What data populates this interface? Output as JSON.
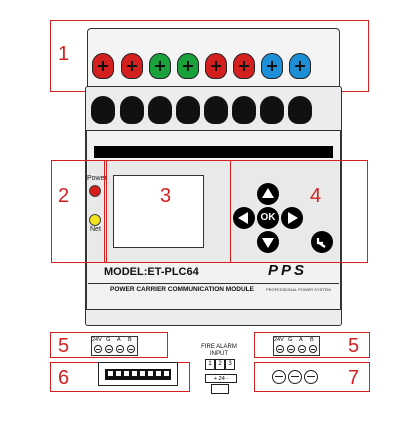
{
  "device": {
    "power_label": "Power",
    "net_label": "Net",
    "ok_label": "OK",
    "model": "MODEL:ET-PLC64",
    "brand": "PPS",
    "brand_sub": "PROFESSIONAL POWER SYSTEM",
    "description": "POWER CARRIER COMMUNICATION MODULE",
    "power_led_color": "#d81b1b",
    "net_led_color": "#f2e21c",
    "terminal_left_labels": [
      "24V",
      "G",
      "A",
      "B"
    ],
    "terminal_right_labels": [
      "24V",
      "G",
      "A",
      "B"
    ],
    "fire_alarm_line1": "FIRE ALARM",
    "fire_alarm_line2": "INPUT",
    "fire_alarm_pins": [
      "1",
      "2",
      "3"
    ],
    "fire_alarm_voltage": "+ 24 -",
    "screw_colors": [
      "#d41f1f",
      "#d41f1f",
      "#1aa13c",
      "#1aa13c",
      "#d41f1f",
      "#d41f1f",
      "#1c8fd6",
      "#1c8fd6"
    ],
    "buttons": [
      "up-arrow-icon",
      "left-arrow-icon",
      "ok",
      "right-arrow-icon",
      "down-arrow-icon",
      "back-icon"
    ]
  },
  "callouts": [
    "1",
    "2",
    "3",
    "4",
    "5",
    "5",
    "6",
    "7"
  ],
  "callout_color": "#d62020"
}
